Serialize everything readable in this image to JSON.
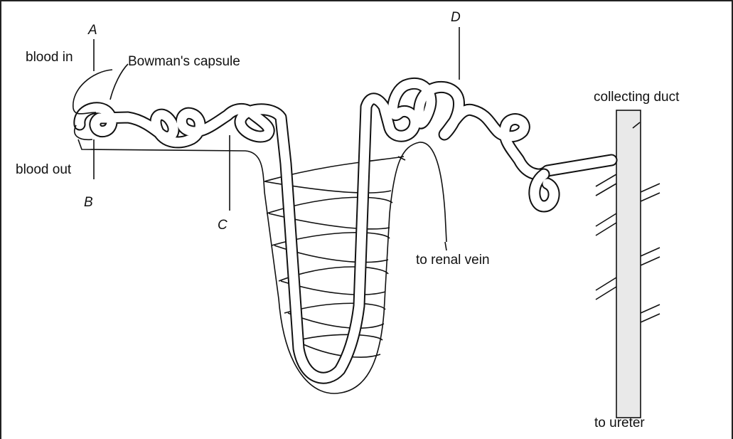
{
  "labels": {
    "A": "A",
    "B": "B",
    "C": "C",
    "D": "D",
    "blood_in": "blood in",
    "blood_out": "blood out",
    "bowmans_capsule": "Bowman's capsule",
    "collecting_duct": "collecting duct",
    "to_renal_vein": "to renal vein",
    "to_ureter": "to ureter"
  }
}
